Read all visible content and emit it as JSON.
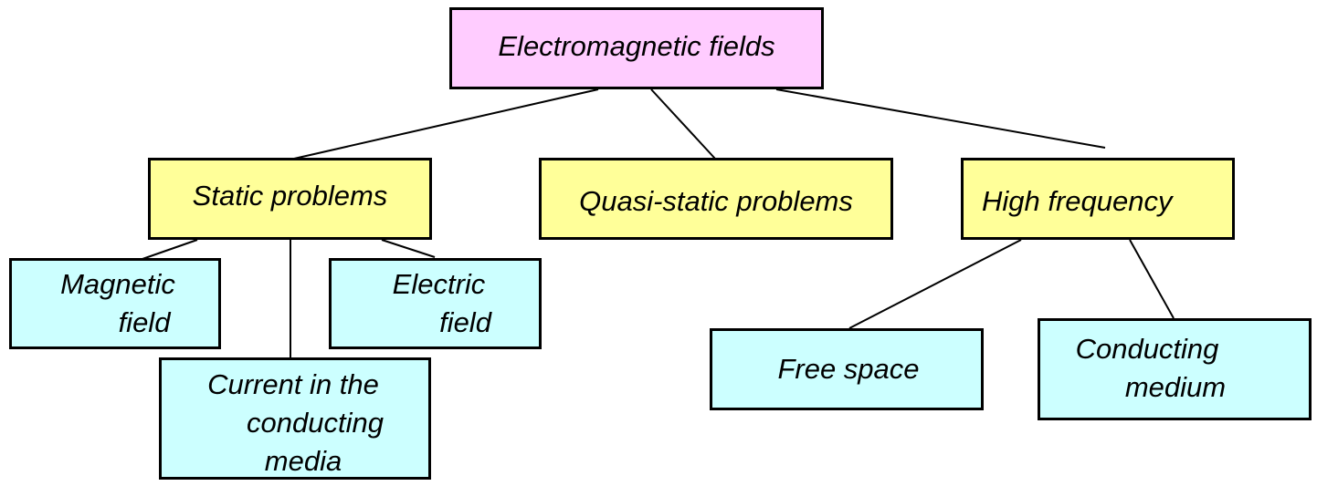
{
  "colors": {
    "root_fill": "#ffccff",
    "category_fill": "#ffff99",
    "leaf_fill": "#ccffff",
    "line": "#000000"
  },
  "root": {
    "label": "Electromagnetic fields"
  },
  "categories": {
    "static": {
      "label": "Static problems"
    },
    "quasi_static": {
      "label": "Quasi-static problems"
    },
    "high_frequency": {
      "label": "High frequency"
    }
  },
  "leaves": {
    "magnetic_field": {
      "line1": "Magnetic",
      "line2": "field"
    },
    "electric_field": {
      "line1": "Electric",
      "line2": "field"
    },
    "current": {
      "line1": "Current in the",
      "line2": "conducting",
      "line3": "media"
    },
    "free_space": {
      "label": "Free space"
    },
    "conducting_medium": {
      "line1": "Conducting",
      "line2": "medium"
    }
  }
}
